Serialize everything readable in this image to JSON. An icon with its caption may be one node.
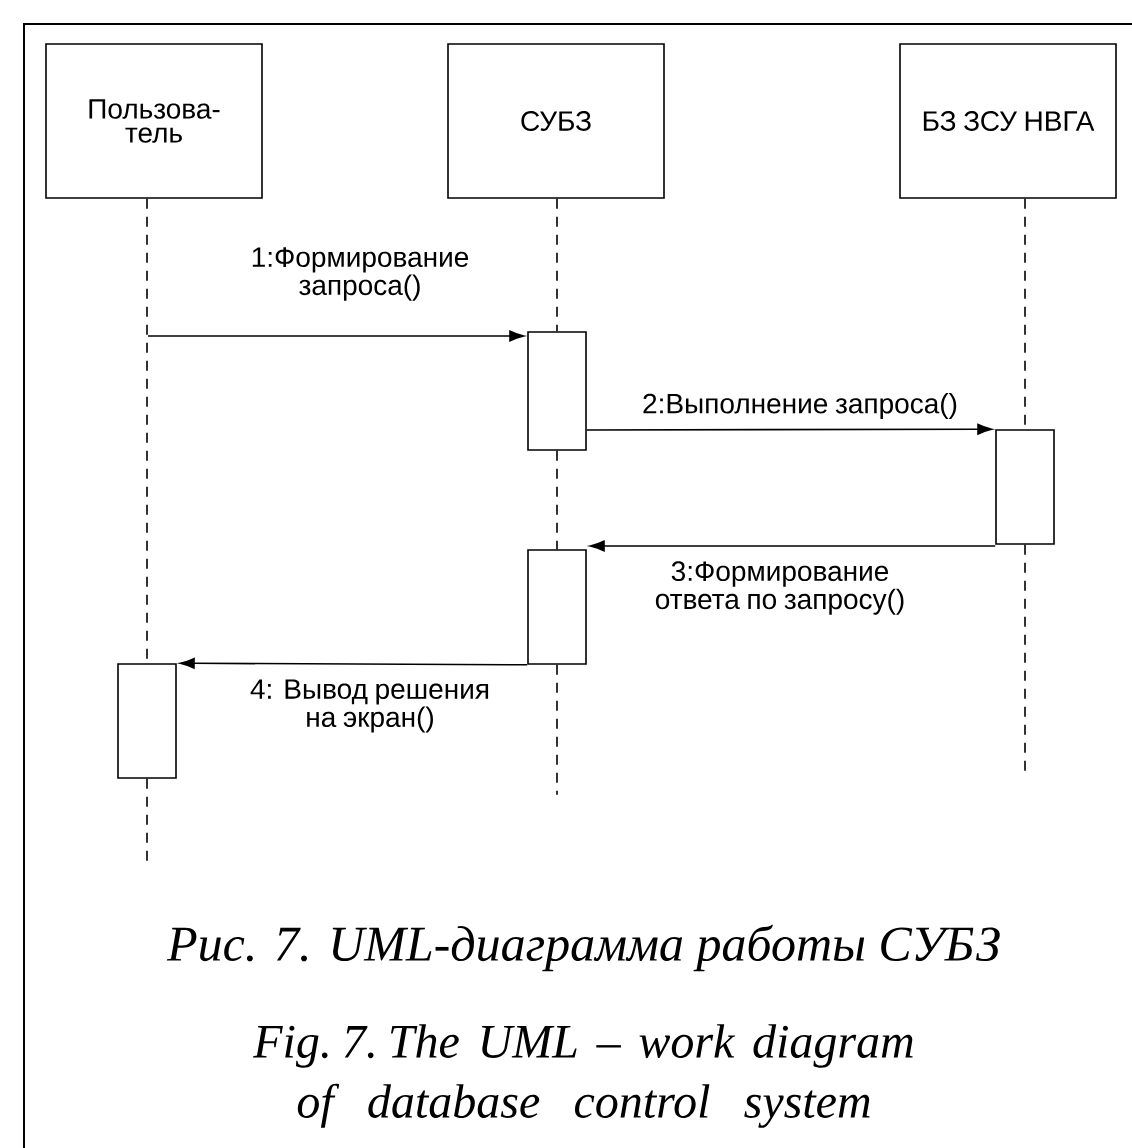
{
  "diagram": {
    "caption": "Рис. 7. UML-диаграмма работы СУБЗ",
    "nodes": [
      {
        "text": [
          "Пользова-тель"
        ]
      },
      {
        "text": [
          "СУБЗ"
        ]
      },
      {
        "text": [
          "БЗ ЗСУ НВГА"
        ]
      },
      {
        "text": [],
        "shape": "box"
      },
      {
        "text": [],
        "shape": "box"
      },
      {
        "text": [],
        "shape": "box"
      },
      {
        "text": [],
        "shape": "box"
      }
    ],
    "edges": [
      {
        "from": null,
        "to": 3,
        "arrow": "to",
        "label": "1:Формирование запроса()"
      },
      {
        "from": 3,
        "to": 4,
        "arrow": "to",
        "label": "2:Выполнение запроса()"
      },
      {
        "from": 4,
        "to": 5,
        "arrow": "to",
        "label": "3:Формирование ответа по запросу()"
      },
      {
        "from": 5,
        "to": 6,
        "arrow": "to",
        "label": "4: Вывод решения на экран()"
      },
      {
        "from": 0,
        "to": 6,
        "arrow": "none",
        "style": "dashed"
      },
      {
        "from": 1,
        "to": 3,
        "arrow": "none",
        "style": "dashed"
      },
      {
        "from": 3,
        "to": 5,
        "arrow": "none",
        "style": "dashed"
      },
      {
        "from": 2,
        "to": 4,
        "arrow": "none",
        "style": "dashed"
      },
      {
        "from": 6,
        "to": null,
        "arrow": "none",
        "style": "dashed"
      },
      {
        "from": 5,
        "to": null,
        "arrow": "none",
        "style": "dashed"
      },
      {
        "from": 4,
        "to": null,
        "arrow": "none",
        "style": "dashed"
      }
    ],
    "labels": [
      "Fig. 7. The UML – work diagram of database control system"
    ]
  }
}
